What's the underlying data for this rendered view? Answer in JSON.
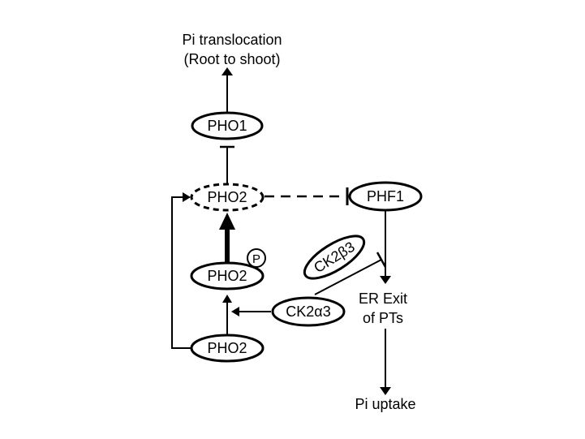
{
  "title_line1": "Pi translocation",
  "title_line2": "(Root to shoot)",
  "nodes": {
    "pho1": "PHO1",
    "pho2_dashed": "PHO2",
    "phf1": "PHF1",
    "ck2b3": "CK2β3",
    "pho2_phos": "PHO2",
    "phospho": "P",
    "ck2a3": "CK2α3",
    "pho2_bottom": "PHO2"
  },
  "er_exit_line1": "ER Exit",
  "er_exit_line2": "of PTs",
  "pi_uptake": "Pi uptake"
}
